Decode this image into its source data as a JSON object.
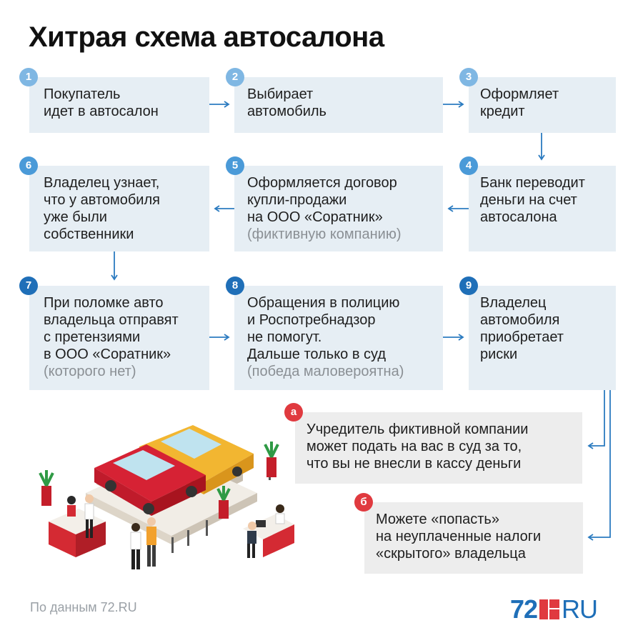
{
  "title": "Хитрая схема автосалона",
  "steps": [
    {
      "num": "1",
      "lines": [
        "Покупатель",
        "идет в автосалон"
      ]
    },
    {
      "num": "2",
      "lines": [
        "Выбирает",
        "автомобиль"
      ]
    },
    {
      "num": "3",
      "lines": [
        "Оформляет",
        "кредит"
      ]
    },
    {
      "num": "4",
      "lines": [
        "Банк переводит",
        "деньги на счет",
        "автосалона"
      ]
    },
    {
      "num": "5",
      "lines": [
        "Оформляется договор",
        "купли-продажи",
        "на ООО «Соратник»"
      ],
      "sub": "(фиктивную компанию)"
    },
    {
      "num": "6",
      "lines": [
        "Владелец узнает,",
        "что у автомобиля",
        "уже были",
        "собственники"
      ]
    },
    {
      "num": "7",
      "lines": [
        "При поломке авто",
        "владельца отправят",
        "с претензиями",
        "в ООО «Соратник»"
      ],
      "sub": "(которого нет)"
    },
    {
      "num": "8",
      "lines": [
        "Обращения в полицию",
        "и Роспотребнадзор",
        "не помогут.",
        "Дальше только в суд"
      ],
      "sub": "(победа маловероятна)"
    },
    {
      "num": "9",
      "lines": [
        "Владелец",
        "автомобиля",
        "приобретает",
        "риски"
      ]
    }
  ],
  "risks": [
    {
      "letter": "а",
      "lines": [
        "Учредитель фиктивной компании",
        "может подать на вас в суд за то,",
        "что вы не внесли в кассу деньги"
      ]
    },
    {
      "letter": "б",
      "lines": [
        "Можете «попасть»",
        "на неуплаченные налоги",
        "«скрытого» владельца"
      ]
    }
  ],
  "source": "По данным 72.RU",
  "logo": {
    "num": "72",
    "ru": "RU"
  },
  "colors": {
    "box": "#e6eef4",
    "risk_box": "#ededed",
    "arrow": "#2b7bc0",
    "brand_blue": "#1f6fb8",
    "brand_red": "#e03a3f"
  }
}
